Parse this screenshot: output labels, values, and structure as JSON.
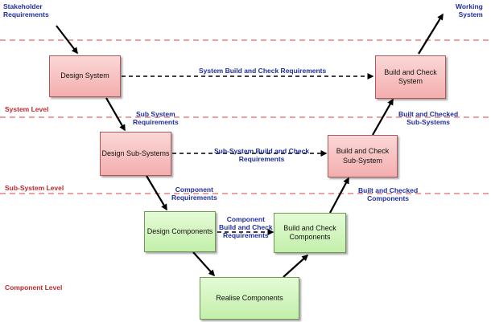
{
  "inputs": {
    "stakeholder": "Stakeholder\nRequirements",
    "working": "Working\nSystem"
  },
  "levels": {
    "system": "System Level",
    "subsystem": "Sub-System Level",
    "component": "Component Level"
  },
  "boxes": {
    "design_system": "Design System",
    "design_subsystems": "Design Sub-Systems",
    "design_components": "Design Components",
    "realise_components": "Realise Components",
    "build_components": "Build and Check\nComponents",
    "build_subsystem": "Build and Check\nSub-System",
    "build_system": "Build and Check\nSystem"
  },
  "labels": {
    "system_req": "System Build and Check Requirements",
    "subsystem_req": "Sub-System Build and Check\nRequirements",
    "component_req": "Component\nBuild and Check\nRequirements",
    "sub_system_requirements": "Sub System\nRequirements",
    "component_requirements": "Component\nRequirements",
    "built_components": "Built and Checked\nComponents",
    "built_subsystems": "Built and Checked\nSub-Systems"
  },
  "colors": {
    "level_line": "#e26b6b",
    "design_fill": "#f4aeae",
    "build_fill": "#c3efaa",
    "label_text": "#1f2f9e",
    "level_text": "#c0272d"
  }
}
